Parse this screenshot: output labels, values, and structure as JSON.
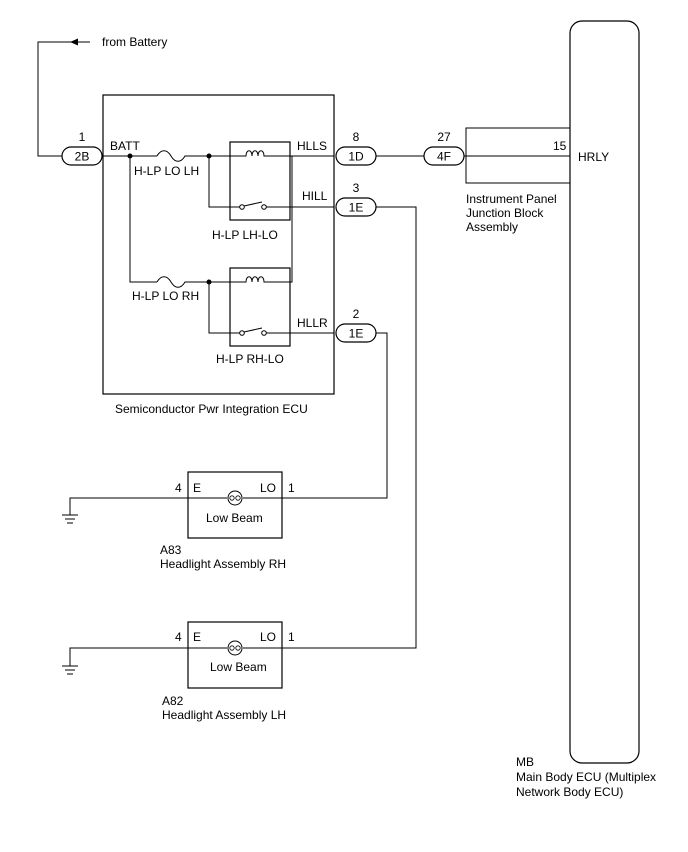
{
  "battery_label": "from Battery",
  "spi_ecu": {
    "name": "Semiconductor Pwr Integration ECU",
    "batt_label": "BATT",
    "fuse_lh": "H-LP LO LH",
    "fuse_rh": "H-LP LO RH",
    "relay_lh": "H-LP LH-LO",
    "relay_rh": "H-LP RH-LO",
    "pin_hlls": "HLLS",
    "pin_hill": "HILL",
    "pin_hllr": "HLLR"
  },
  "connectors": {
    "c2b": {
      "pin": "1",
      "code": "2B"
    },
    "c1d": {
      "pin": "8",
      "code": "1D"
    },
    "c1e_hill": {
      "pin": "3",
      "code": "1E"
    },
    "c1e_hllr": {
      "pin": "2",
      "code": "1E"
    },
    "c4f": {
      "pin": "27",
      "code": "4F"
    }
  },
  "junction_block": {
    "line1": "Instrument Panel",
    "line2": "Junction Block",
    "line3": "Assembly",
    "pin": "15"
  },
  "main_body_ecu": {
    "code": "MB",
    "line1": "Main Body ECU (Multiplex",
    "line2": "Network Body ECU)",
    "pin_label": "HRLY"
  },
  "headlight_rh": {
    "code": "A83",
    "name": "Headlight Assembly RH",
    "lamp": "Low Beam",
    "pin_e_num": "4",
    "pin_e": "E",
    "pin_lo": "LO",
    "pin_lo_num": "1"
  },
  "headlight_lh": {
    "code": "A82",
    "name": "Headlight Assembly LH",
    "lamp": "Low Beam",
    "pin_e_num": "4",
    "pin_e": "E",
    "pin_lo": "LO",
    "pin_lo_num": "1"
  }
}
